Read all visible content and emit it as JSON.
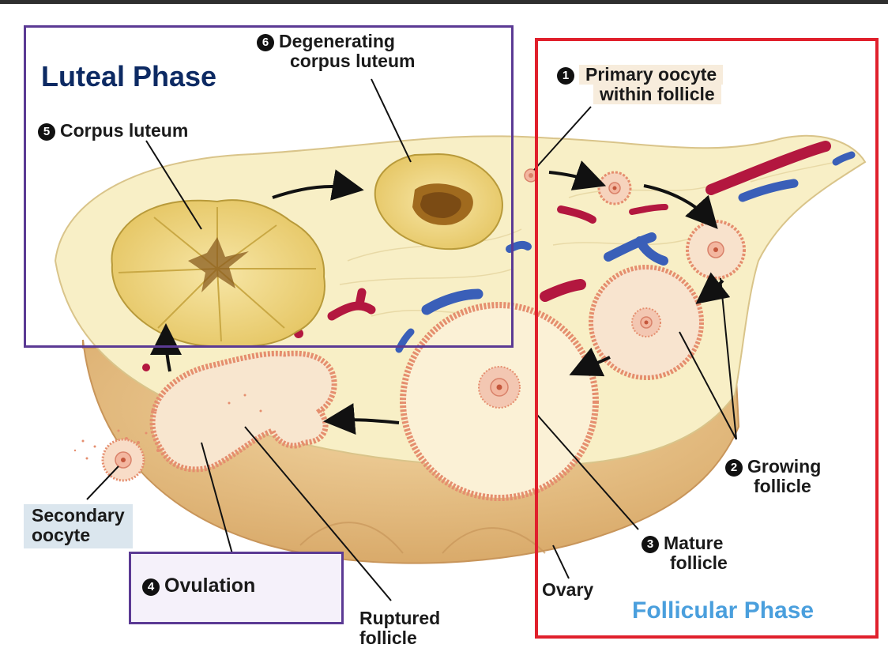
{
  "phases": {
    "luteal": {
      "title": "Luteal Phase",
      "color": "#0d2a63",
      "border": "#5b3a94"
    },
    "follicular": {
      "title": "Follicular Phase",
      "color": "#4a9fdd",
      "border": "#e0202c"
    }
  },
  "labels": {
    "primary_oocyte": {
      "number": "1",
      "line1": "Primary oocyte",
      "line2": "within follicle"
    },
    "growing_follicle": {
      "number": "2",
      "line1": "Growing",
      "line2": "follicle"
    },
    "mature_follicle": {
      "number": "3",
      "line1": "Mature",
      "line2": "follicle"
    },
    "ovulation": {
      "number": "4",
      "text": "Ovulation"
    },
    "corpus_luteum": {
      "number": "5",
      "text": "Corpus luteum"
    },
    "degenerating": {
      "number": "6",
      "line1": "Degenerating",
      "line2": "corpus luteum"
    },
    "secondary_oocyte": {
      "line1": "Secondary",
      "line2": "oocyte"
    },
    "ruptured_follicle": {
      "line1": "Ruptured",
      "line2": "follicle"
    },
    "ovary": {
      "text": "Ovary"
    }
  },
  "colors": {
    "ovary_cream": "#f8efc6",
    "ovary_lower": "#e8c58a",
    "follicle_pink": "#f3b7a0",
    "corpus_yellow": "#f1d98a",
    "artery_red": "#b3173f",
    "vein_blue": "#3a5fb8"
  }
}
